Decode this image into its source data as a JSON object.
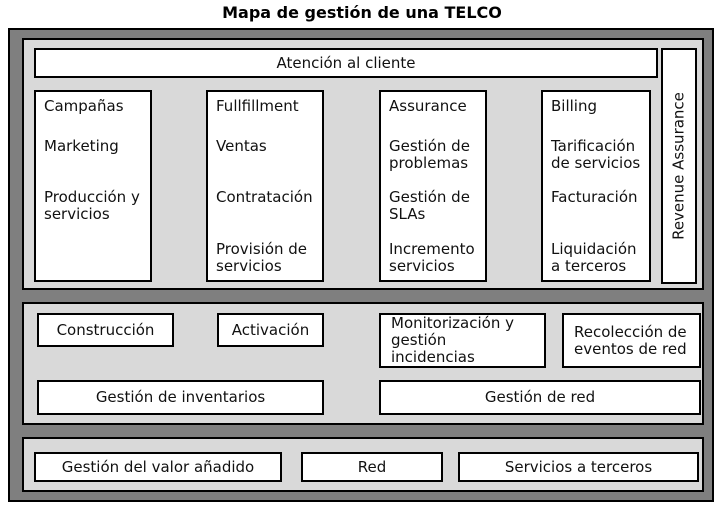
{
  "title": "Mapa de gestión de una TELCO",
  "colors": {
    "outer_background": "#7f7f7f",
    "panel_background": "#d9d9d9",
    "box_background": "#ffffff",
    "border": "#000000"
  },
  "top_panel": {
    "atencion_label": "Atención al cliente",
    "revenue_assurance_label": "Revenue Assurance",
    "columns": [
      {
        "items": [
          "Campañas",
          "Marketing",
          "Producción y servicios",
          ""
        ]
      },
      {
        "items": [
          "Fullfillment",
          "Ventas",
          "Contratación",
          "Provisión de servicios"
        ]
      },
      {
        "items": [
          "Assurance",
          "Gestión de problemas",
          "Gestión de SLAs",
          "Incremento servicios"
        ]
      },
      {
        "items": [
          "Billing",
          "Tarificación de servicios",
          "Facturación",
          "Liquidación a terceros"
        ]
      }
    ]
  },
  "middle_panel": {
    "construccion_label": "Construcción",
    "activacion_label": "Activación",
    "monitorizacion_label": "Monitorización y gestión incidencias",
    "recoleccion_label": "Recolección de eventos de red",
    "inventarios_label": "Gestión de inventarios",
    "gestion_red_label": "Gestión de red"
  },
  "bottom_panel": {
    "valor_label": "Gestión del valor añadido",
    "red_label": "Red",
    "terceros_label": "Servicios a terceros"
  }
}
